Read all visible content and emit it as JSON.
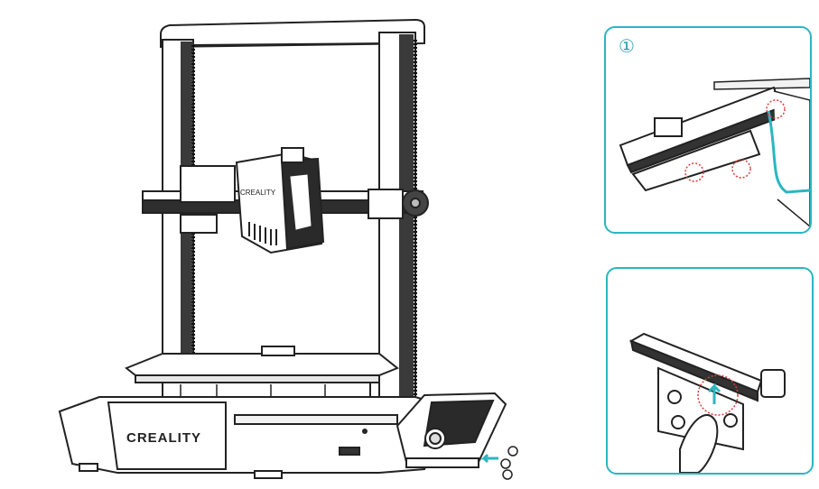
{
  "printer": {
    "brand_base": "CREALITY",
    "brand_head": "CREALITY"
  },
  "panel_1": {
    "step_number": "①"
  },
  "colors": {
    "panel_border": "#2bb6c0",
    "step_number": "#2a9fb0",
    "highlight_circle": "#e03a3a",
    "cable": "#2bb6c0",
    "arrow": "#2bb6c0"
  }
}
